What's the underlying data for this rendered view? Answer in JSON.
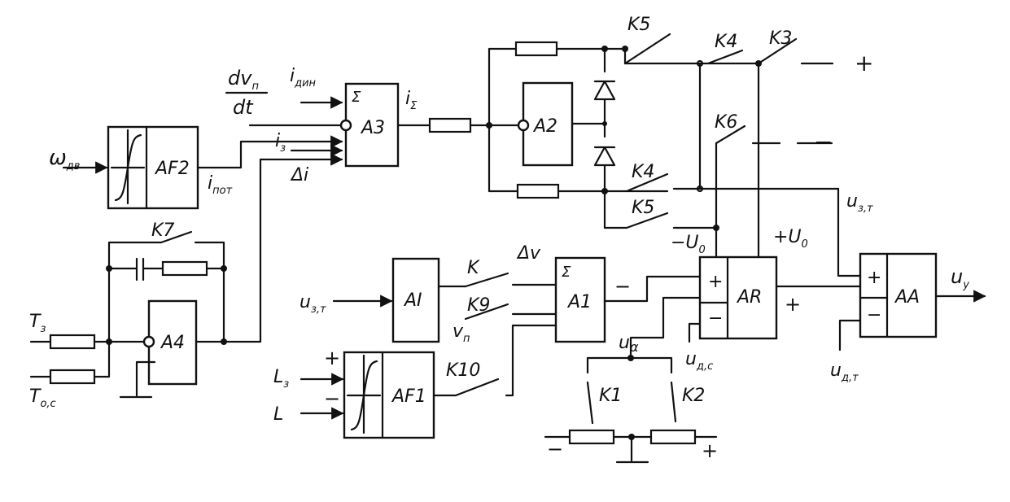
{
  "blocks": {
    "af2": "AF2",
    "a3": "A3",
    "a2": "A2",
    "a4": "A4",
    "ai": "AI",
    "a1": "A1",
    "af1": "AF1",
    "ar": "AR",
    "aa": "AA"
  },
  "sigma": "Σ",
  "keys": {
    "k1": "K1",
    "k2": "K2",
    "k3": "K3",
    "k4_top": "K4",
    "k4_mid": "K4",
    "k5_top": "K5",
    "k5_bot": "K5",
    "k6": "K6",
    "k7": "K7",
    "k": "K",
    "k9": "K9",
    "k10": "K10"
  },
  "signals": {
    "omega_main": "ω",
    "omega_sub": "дв",
    "dv_num_main": "dv",
    "dv_num_sub": "п",
    "dv_den": "dt",
    "i_din_main": "i",
    "i_din_sub": "дин",
    "i_z_main": "i",
    "i_z_sub": "з",
    "delta_i": "Δi",
    "i_pot_main": "i",
    "i_pot_sub": "пот",
    "i_sigma_main": "i",
    "i_sigma_sub": "Σ",
    "t_z_main": "T",
    "t_z_sub": "з",
    "t_oc_main": "T",
    "t_oc_sub": "о,с",
    "u_zt_left_main": "u",
    "u_zt_left_sub": "з,т",
    "u_zt_right_main": "u",
    "u_zt_right_sub": "з,т",
    "delta_v": "Δv",
    "v_n_main": "v",
    "v_n_sub": "п",
    "l_z_main": "L",
    "l_z_sub": "з",
    "l": "L",
    "u_alpha_main": "u",
    "u_alpha_sub": "α",
    "u_dc_main": "u",
    "u_dc_sub": "д,с",
    "u_dt_main": "u",
    "u_dt_sub": "д,т",
    "u_y_main": "u",
    "u_y_sub": "у",
    "minus_u0": "−U",
    "minus_u0_sub": "0",
    "plus_u0": "+U",
    "plus_u0_sub": "0"
  },
  "polarity": {
    "plus": "+",
    "minus": "−"
  }
}
